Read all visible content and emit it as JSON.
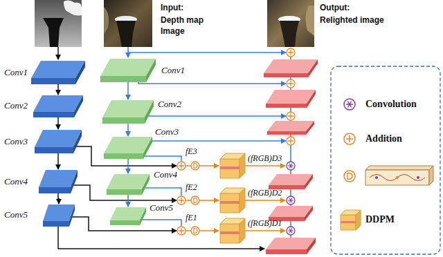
{
  "diagram": {
    "nodes": [
      {
        "text": [
          "Conv1"
        ]
      },
      {
        "text": [
          "Conv2"
        ]
      },
      {
        "text": [
          "Conv3"
        ]
      },
      {
        "text": [
          "Conv4"
        ]
      },
      {
        "text": [
          "Conv5"
        ]
      },
      {
        "text": [
          "Conv1"
        ]
      },
      {
        "text": [
          "Conv2"
        ]
      },
      {
        "text": [
          "Conv3"
        ]
      },
      {
        "text": [
          "Conv4"
        ]
      },
      {
        "text": [
          "Conv5"
        ]
      }
    ],
    "edges": [
      {
        "from": 0,
        "to": 1,
        "arrow": "to"
      },
      {
        "from": 1,
        "to": 2,
        "arrow": "to"
      },
      {
        "from": 2,
        "to": 3,
        "arrow": "to"
      },
      {
        "from": 3,
        "to": 4,
        "arrow": "to"
      },
      {
        "from": 5,
        "to": 6,
        "arrow": "to"
      },
      {
        "from": 6,
        "to": 7,
        "arrow": "to"
      },
      {
        "from": 7,
        "to": 8,
        "arrow": "to"
      },
      {
        "from": 8,
        "to": 9,
        "arrow": "to"
      }
    ],
    "labels": [
      "Input:",
      "Depth map",
      "Image",
      "Output:",
      "Relighted image",
      "fE3",
      "fE2",
      "fE1",
      "(fRGB)D3",
      "(fRGB)D2",
      "(fRGB)D1"
    ],
    "legend": [
      {
        "text": "Convolution"
      },
      {
        "text": "Addition"
      },
      {
        "text": "DDPM"
      }
    ]
  }
}
